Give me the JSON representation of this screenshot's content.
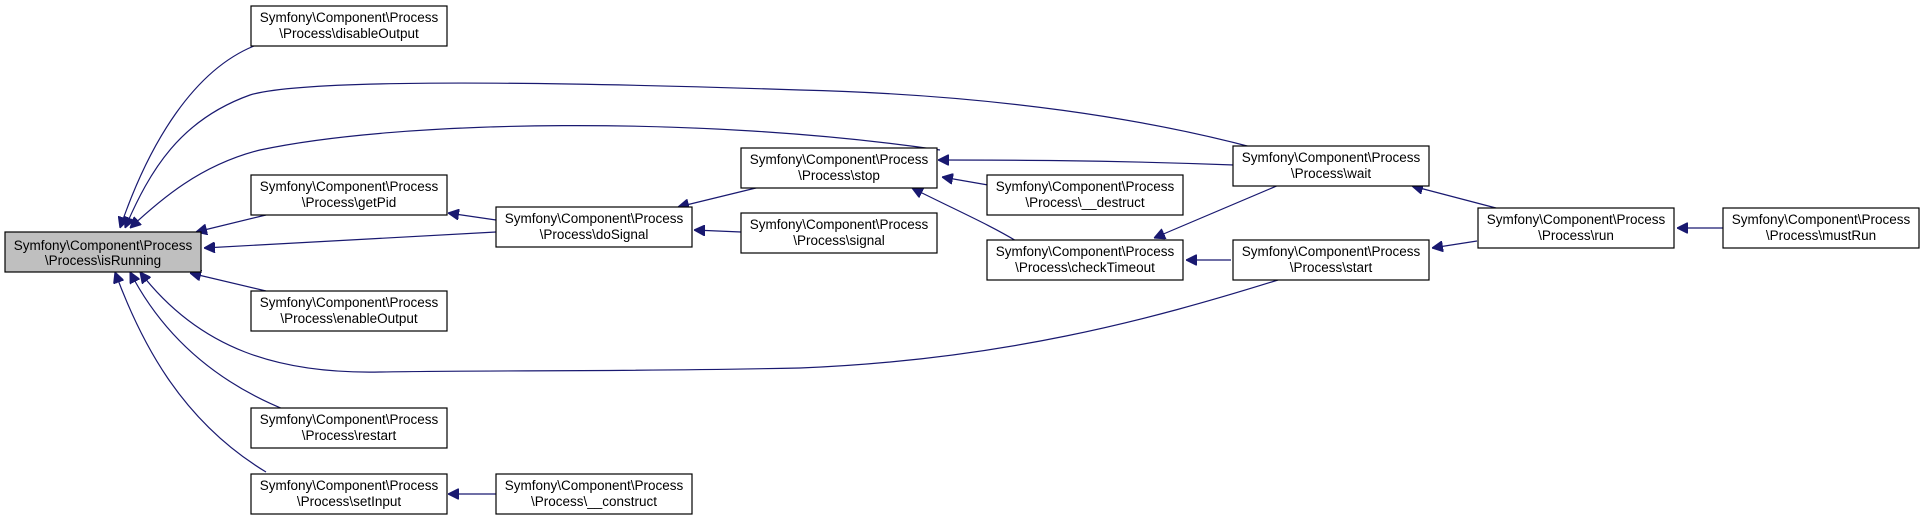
{
  "diagram": {
    "colors": {
      "edge": "#191970",
      "node_fill": "#ffffff",
      "root_fill": "#bfbfbf",
      "border": "#000000"
    },
    "nodes": {
      "isRunning": {
        "line1": "Symfony\\Component\\Process",
        "line2": "\\Process\\isRunning"
      },
      "disableOutput": {
        "line1": "Symfony\\Component\\Process",
        "line2": "\\Process\\disableOutput"
      },
      "getPid": {
        "line1": "Symfony\\Component\\Process",
        "line2": "\\Process\\getPid"
      },
      "enableOutput": {
        "line1": "Symfony\\Component\\Process",
        "line2": "\\Process\\enableOutput"
      },
      "restart": {
        "line1": "Symfony\\Component\\Process",
        "line2": "\\Process\\restart"
      },
      "setInput": {
        "line1": "Symfony\\Component\\Process",
        "line2": "\\Process\\setInput"
      },
      "doSignal": {
        "line1": "Symfony\\Component\\Process",
        "line2": "\\Process\\doSignal"
      },
      "construct": {
        "line1": "Symfony\\Component\\Process",
        "line2": "\\Process\\__construct"
      },
      "stop": {
        "line1": "Symfony\\Component\\Process",
        "line2": "\\Process\\stop"
      },
      "signal": {
        "line1": "Symfony\\Component\\Process",
        "line2": "\\Process\\signal"
      },
      "destruct": {
        "line1": "Symfony\\Component\\Process",
        "line2": "\\Process\\__destruct"
      },
      "checkTimeout": {
        "line1": "Symfony\\Component\\Process",
        "line2": "\\Process\\checkTimeout"
      },
      "wait": {
        "line1": "Symfony\\Component\\Process",
        "line2": "\\Process\\wait"
      },
      "start": {
        "line1": "Symfony\\Component\\Process",
        "line2": "\\Process\\start"
      },
      "run": {
        "line1": "Symfony\\Component\\Process",
        "line2": "\\Process\\run"
      },
      "mustRun": {
        "line1": "Symfony\\Component\\Process",
        "line2": "\\Process\\mustRun"
      }
    },
    "edges": [
      {
        "from": "disableOutput",
        "to": "isRunning"
      },
      {
        "from": "wait",
        "to": "isRunning"
      },
      {
        "from": "stop",
        "to": "isRunning"
      },
      {
        "from": "getPid",
        "to": "isRunning"
      },
      {
        "from": "doSignal",
        "to": "isRunning"
      },
      {
        "from": "enableOutput",
        "to": "isRunning"
      },
      {
        "from": "start",
        "to": "isRunning"
      },
      {
        "from": "restart",
        "to": "isRunning"
      },
      {
        "from": "setInput",
        "to": "isRunning"
      },
      {
        "from": "doSignal",
        "to": "getPid"
      },
      {
        "from": "construct",
        "to": "setInput"
      },
      {
        "from": "stop",
        "to": "doSignal"
      },
      {
        "from": "signal",
        "to": "doSignal"
      },
      {
        "from": "wait",
        "to": "stop"
      },
      {
        "from": "destruct",
        "to": "stop"
      },
      {
        "from": "checkTimeout",
        "to": "stop"
      },
      {
        "from": "wait",
        "to": "checkTimeout"
      },
      {
        "from": "start",
        "to": "checkTimeout"
      },
      {
        "from": "run",
        "to": "wait"
      },
      {
        "from": "run",
        "to": "start"
      },
      {
        "from": "mustRun",
        "to": "run"
      }
    ]
  }
}
